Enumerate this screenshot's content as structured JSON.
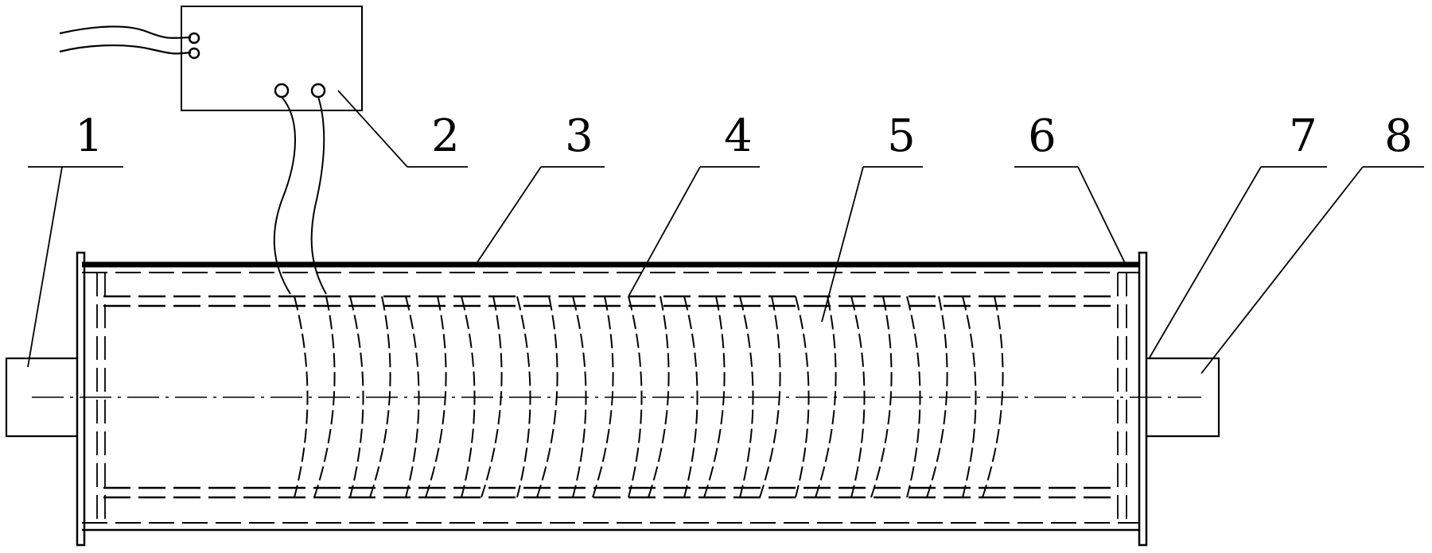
{
  "diagram": {
    "labels": [
      "1",
      "2",
      "3",
      "4",
      "5",
      "6",
      "7",
      "8"
    ],
    "coil_turns": 13,
    "colors": {
      "ink": "#000000",
      "background": "#ffffff"
    }
  }
}
